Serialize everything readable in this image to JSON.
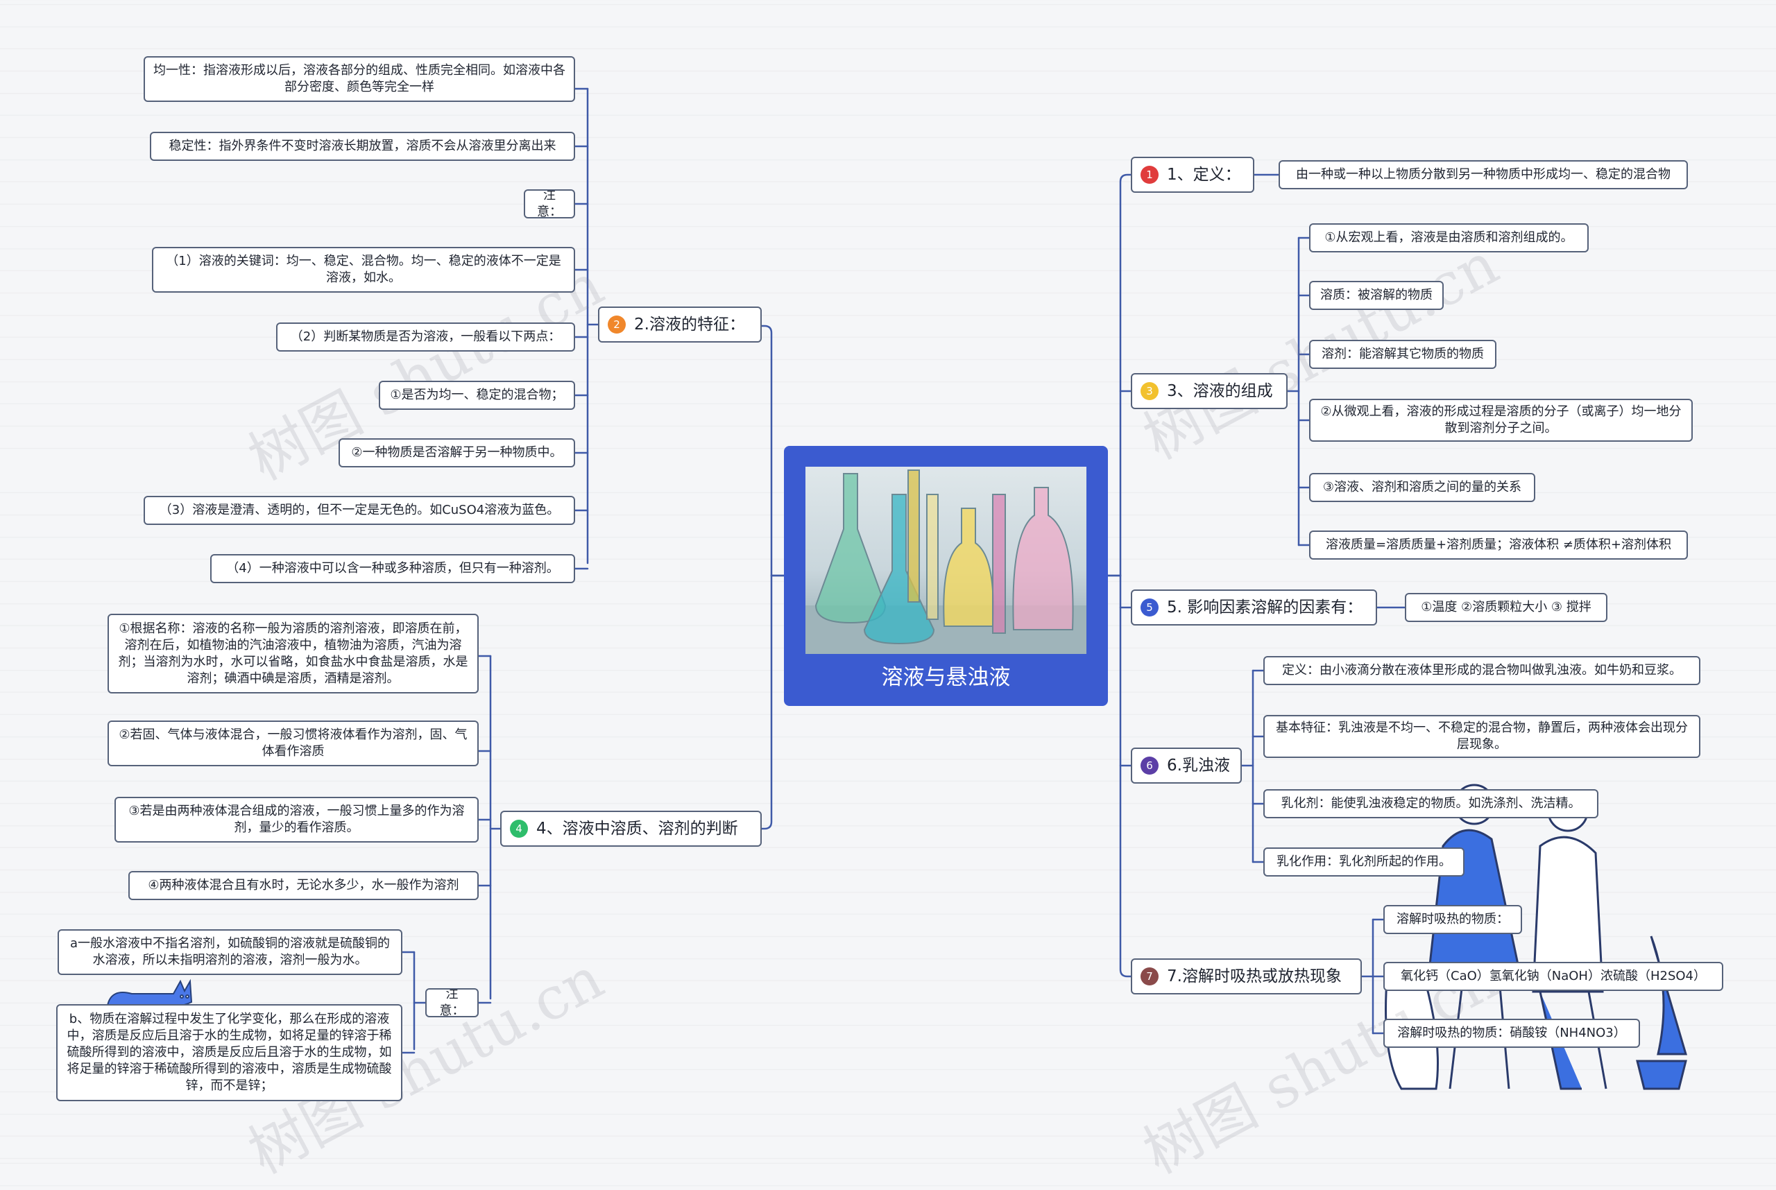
{
  "central": {
    "title": "溶液与悬浊液"
  },
  "watermark": "树图 shutu.cn",
  "colors": {
    "accent": "#3b5bd0",
    "line": "#3f5aa8",
    "border": "#56627a",
    "badge1": "#e03c3c",
    "badge2": "#f0872b",
    "badge3": "#f2c12e",
    "badge4": "#2ebd6b",
    "badge5": "#3b5bd0",
    "badge6": "#5b3ea6",
    "badge7": "#8a4a4a"
  },
  "branches": {
    "b1": {
      "num": "1",
      "label": "1、定义：",
      "children": [
        "由一种或一种以上物质分散到另一种物质中形成均一、稳定的混合物"
      ]
    },
    "b2": {
      "num": "2",
      "label": "2.溶液的特征：",
      "children": [
        "均一性：指溶液形成以后，溶液各部分的组成、性质完全相同。如溶液中各部分密度、颜色等完全一样",
        "稳定性：指外界条件不变时溶液长期放置，溶质不会从溶液里分离出来",
        "注意：",
        "（1）溶液的关键词：均一、稳定、混合物。均一、稳定的液体不一定是溶液，如水。",
        "（2）判断某物质是否为溶液，一般看以下两点：",
        "①是否为均一、稳定的混合物；",
        "②一种物质是否溶解于另一种物质中。",
        "（3）溶液是澄清、透明的，但不一定是无色的。如CuSO4溶液为蓝色。",
        "（4）一种溶液中可以含一种或多种溶质，但只有一种溶剂。"
      ]
    },
    "b3": {
      "num": "3",
      "label": "3、溶液的组成",
      "children": [
        "①从宏观上看，溶液是由溶质和溶剂组成的。",
        "溶质：被溶解的物质",
        "溶剂：能溶解其它物质的物质",
        "②从微观上看，溶液的形成过程是溶质的分子（或离子）均一地分散到溶剂分子之间。",
        "③溶液、溶剂和溶质之间的量的关系",
        "溶液质量=溶质质量+溶剂质量；溶液体积 ≠质体积+溶剂体积"
      ]
    },
    "b4": {
      "num": "4",
      "label": "4、溶液中溶质、溶剂的判断",
      "children": [
        "①根据名称：溶液的名称一般为溶质的溶剂溶液，即溶质在前，溶剂在后，如植物油的汽油溶液中，植物油为溶质，汽油为溶剂；当溶剂为水时，水可以省略，如食盐水中食盐是溶质，水是溶剂；碘酒中碘是溶质，酒精是溶剂。",
        "②若固、气体与液体混合，一般习惯将液体看作为溶剂，固、气体看作溶质",
        "③若是由两种液体混合组成的溶液，一般习惯上量多的作为溶剂，量少的看作溶质。",
        "④两种液体混合且有水时，无论水多少，水一般作为溶剂",
        "注意："
      ],
      "note_children": [
        "a一般水溶液中不指名溶剂，如硫酸铜的溶液就是硫酸铜的水溶液，所以未指明溶剂的溶液，溶剂一般为水。",
        "b、物质在溶解过程中发生了化学变化，那么在形成的溶液中，溶质是反应后且溶于水的生成物，如将足量的锌溶于稀硫酸所得到的溶液中，溶质是反应后且溶于水的生成物，如将足量的锌溶于稀硫酸所得到的溶液中，溶质是生成物硫酸锌，而不是锌；"
      ]
    },
    "b5": {
      "num": "5",
      "label": "5. 影响因素溶解的因素有：",
      "children": [
        "①温度 ②溶质颗粒大小 ③ 搅拌"
      ]
    },
    "b6": {
      "num": "6",
      "label": "6.乳浊液",
      "children": [
        "定义：由小液滴分散在液体里形成的混合物叫做乳浊液。如牛奶和豆浆。",
        "基本特征：乳浊液是不均一、不稳定的混合物，静置后，两种液体会出现分层现象。",
        "乳化剂：能使乳浊液稳定的物质。如洗涤剂、洗洁精。",
        "乳化作用：乳化剂所起的作用。"
      ]
    },
    "b7": {
      "num": "7",
      "label": "7.溶解时吸热或放热现象",
      "children": [
        "溶解时吸热的物质：",
        "氧化钙（CaO）氢氧化钠（NaOH）浓硫酸（H2SO4）",
        "溶解时吸热的物质：硝酸铵（NH4NO3）"
      ]
    }
  }
}
